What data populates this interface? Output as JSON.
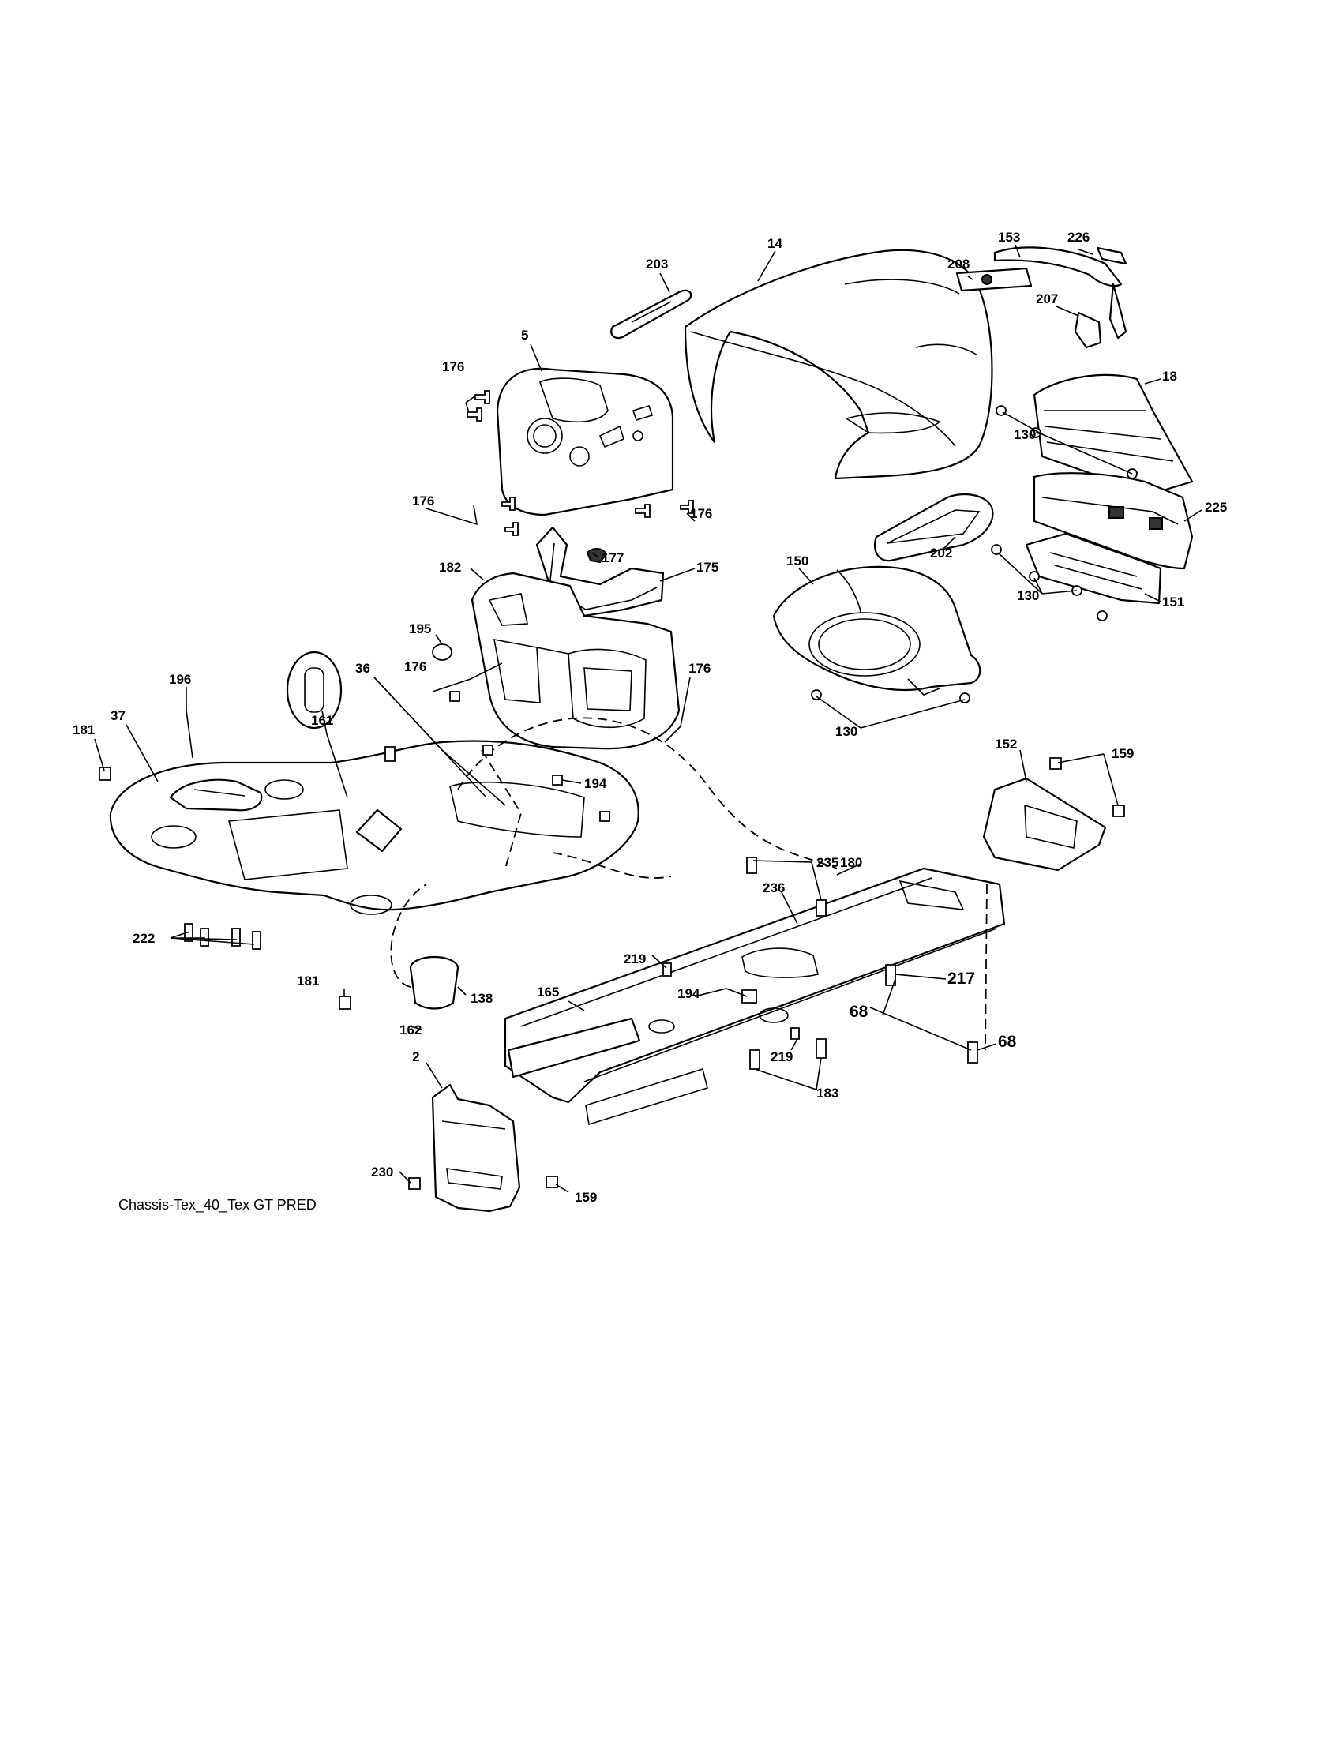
{
  "caption": "Chassis-Tex_40_Tex GT PRED",
  "callouts": {
    "c14": "14",
    "c203": "203",
    "c153": "153",
    "c226": "226",
    "c208": "208",
    "c207": "207",
    "c5": "5",
    "c176a": "176",
    "c176b": "176",
    "c176c": "176",
    "c176d": "176",
    "c176e": "176",
    "c18": "18",
    "c130a": "130",
    "c225": "225",
    "c202": "202",
    "c177": "177",
    "c175": "175",
    "c182": "182",
    "c150": "150",
    "c130b": "130",
    "c151": "151",
    "c195": "195",
    "c36": "36",
    "c196": "196",
    "c37": "37",
    "c181a": "181",
    "c161": "161",
    "c194a": "194",
    "c130c": "130",
    "c152": "152",
    "c159a": "159",
    "c180": "180",
    "c235": "235",
    "c236": "236",
    "c222": "222",
    "c219a": "219",
    "c181b": "181",
    "c194b": "194",
    "c138": "138",
    "c165": "165",
    "c217": "217",
    "c68a": "68",
    "c68b": "68",
    "c162": "162",
    "c219b": "219",
    "c2": "2",
    "c183": "183",
    "c230": "230",
    "c159b": "159"
  }
}
